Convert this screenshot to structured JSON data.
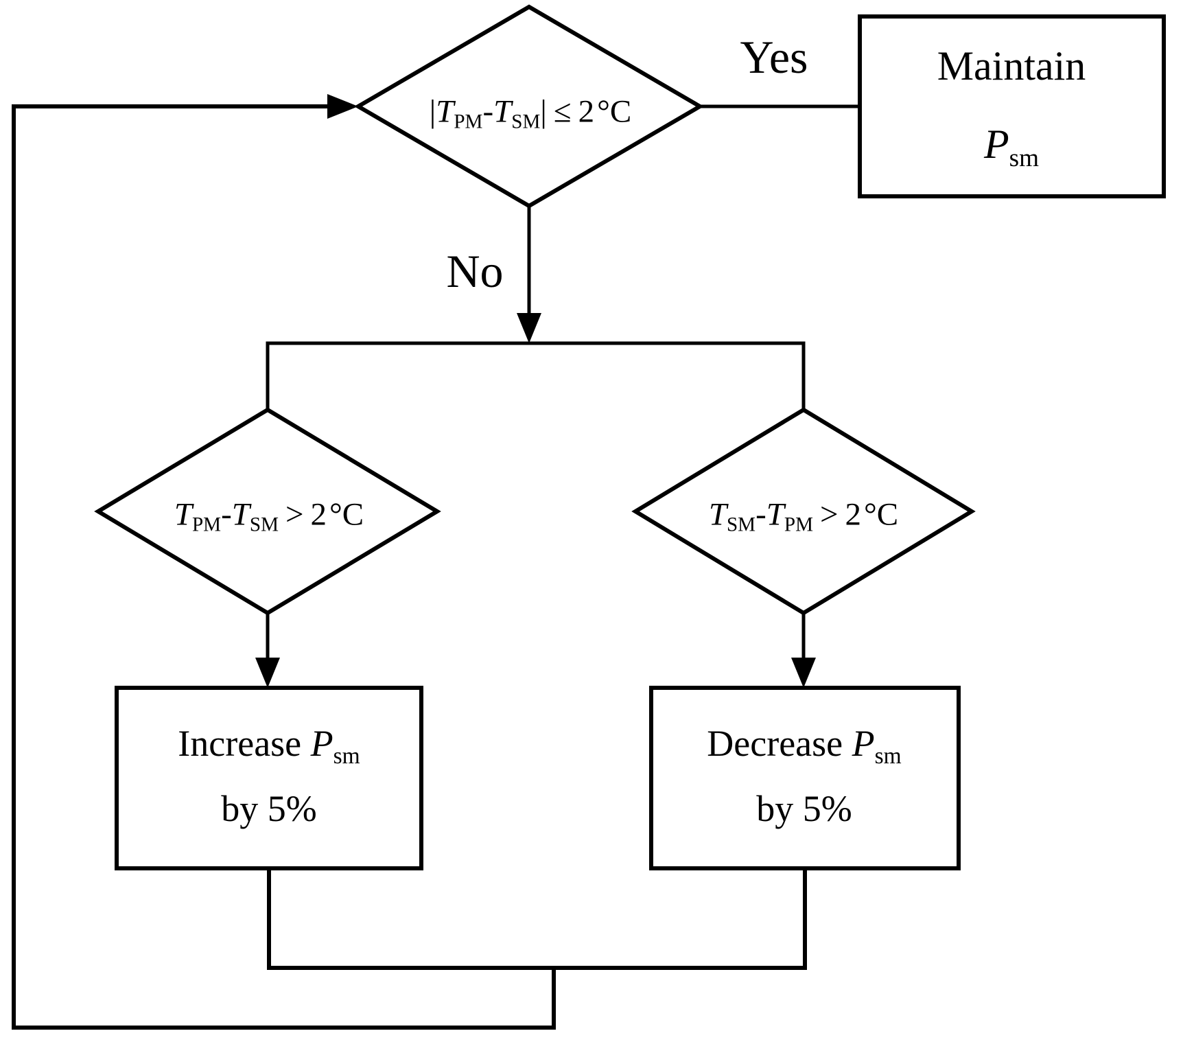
{
  "canvas": {
    "background_color": "#ffffff",
    "stroke_color": "#000000"
  },
  "nodes": {
    "decision_top": {
      "bar_open": "|",
      "T1": "T",
      "sub1": "PM",
      "minus": "-",
      "T2": "T",
      "sub2": "SM",
      "bar_close": "|",
      "op": "≤",
      "value": "2",
      "unit": "°C"
    },
    "process_maintain": {
      "line1": "Maintain",
      "P": "P",
      "Psub": "sm"
    },
    "decision_left": {
      "T1": "T",
      "sub1": "PM",
      "minus": "-",
      "T2": "T",
      "sub2": "SM",
      "op": ">",
      "value": "2",
      "unit": "°C"
    },
    "decision_right": {
      "T1": "T",
      "sub1": "SM",
      "minus": "-",
      "T2": "T",
      "sub2": "PM",
      "op": ">",
      "value": "2",
      "unit": "°C"
    },
    "process_increase": {
      "verb": "Increase ",
      "P": "P",
      "Psub": "sm",
      "line2": "by 5%"
    },
    "process_decrease": {
      "verb": "Decrease ",
      "P": "P",
      "Psub": "sm",
      "line2": "by 5%"
    }
  },
  "edges": {
    "yes_label": "Yes",
    "no_label": "No"
  }
}
